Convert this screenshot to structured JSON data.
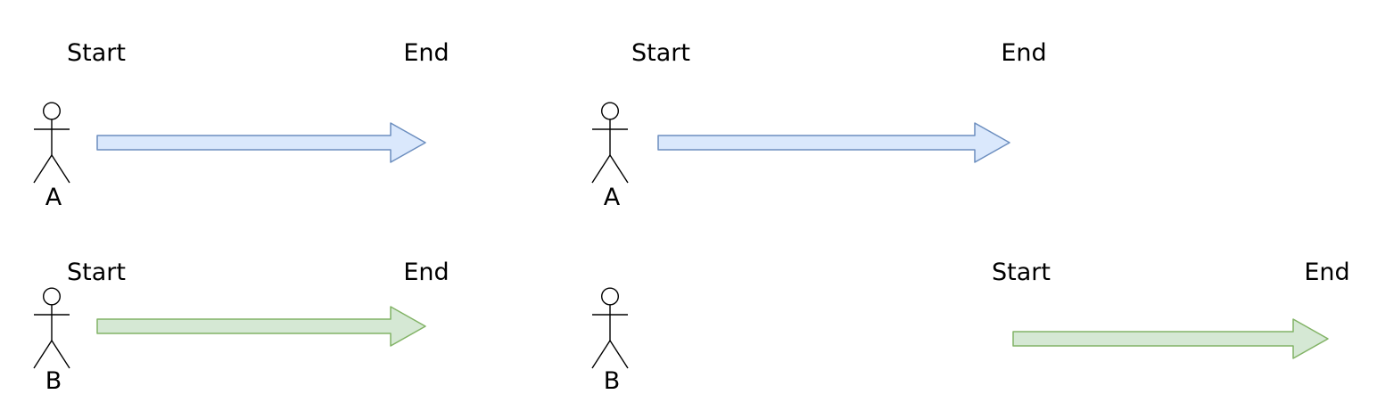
{
  "colors": {
    "background": "#ffffff",
    "text": "#000000",
    "stick": "#000000",
    "blue_fill": "#dae8fc",
    "blue_stroke": "#6c8ebf",
    "green_fill": "#d5e8d4",
    "green_stroke": "#82b366"
  },
  "panels": [
    {
      "id": "left-diagram",
      "rows": [
        {
          "actor": "A",
          "start": "Start",
          "end": "End",
          "arrow_color": "blue"
        },
        {
          "actor": "B",
          "start": "Start",
          "end": "End",
          "arrow_color": "green"
        }
      ]
    },
    {
      "id": "right-diagram",
      "rows": [
        {
          "actor": "A",
          "start": "Start",
          "end": "End",
          "arrow_color": "blue"
        },
        {
          "actor": "B",
          "start": "Start",
          "end": "End",
          "arrow_color": "green"
        }
      ]
    }
  ]
}
